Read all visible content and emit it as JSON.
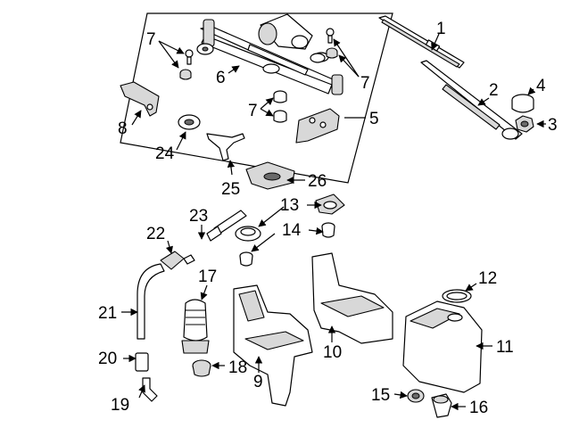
{
  "callouts": {
    "c1": "1",
    "c2": "2",
    "c3": "3",
    "c4": "4",
    "c5": "5",
    "c6": "6",
    "c7a": "7",
    "c7b": "7",
    "c7c": "7",
    "c8": "8",
    "c9": "9",
    "c10": "10",
    "c11": "11",
    "c12": "12",
    "c13": "13",
    "c14": "14",
    "c15": "15",
    "c16": "16",
    "c17": "17",
    "c18": "18",
    "c19": "19",
    "c20": "20",
    "c21": "21",
    "c22": "22",
    "c23": "23",
    "c24": "24",
    "c25": "25",
    "c26": "26"
  }
}
